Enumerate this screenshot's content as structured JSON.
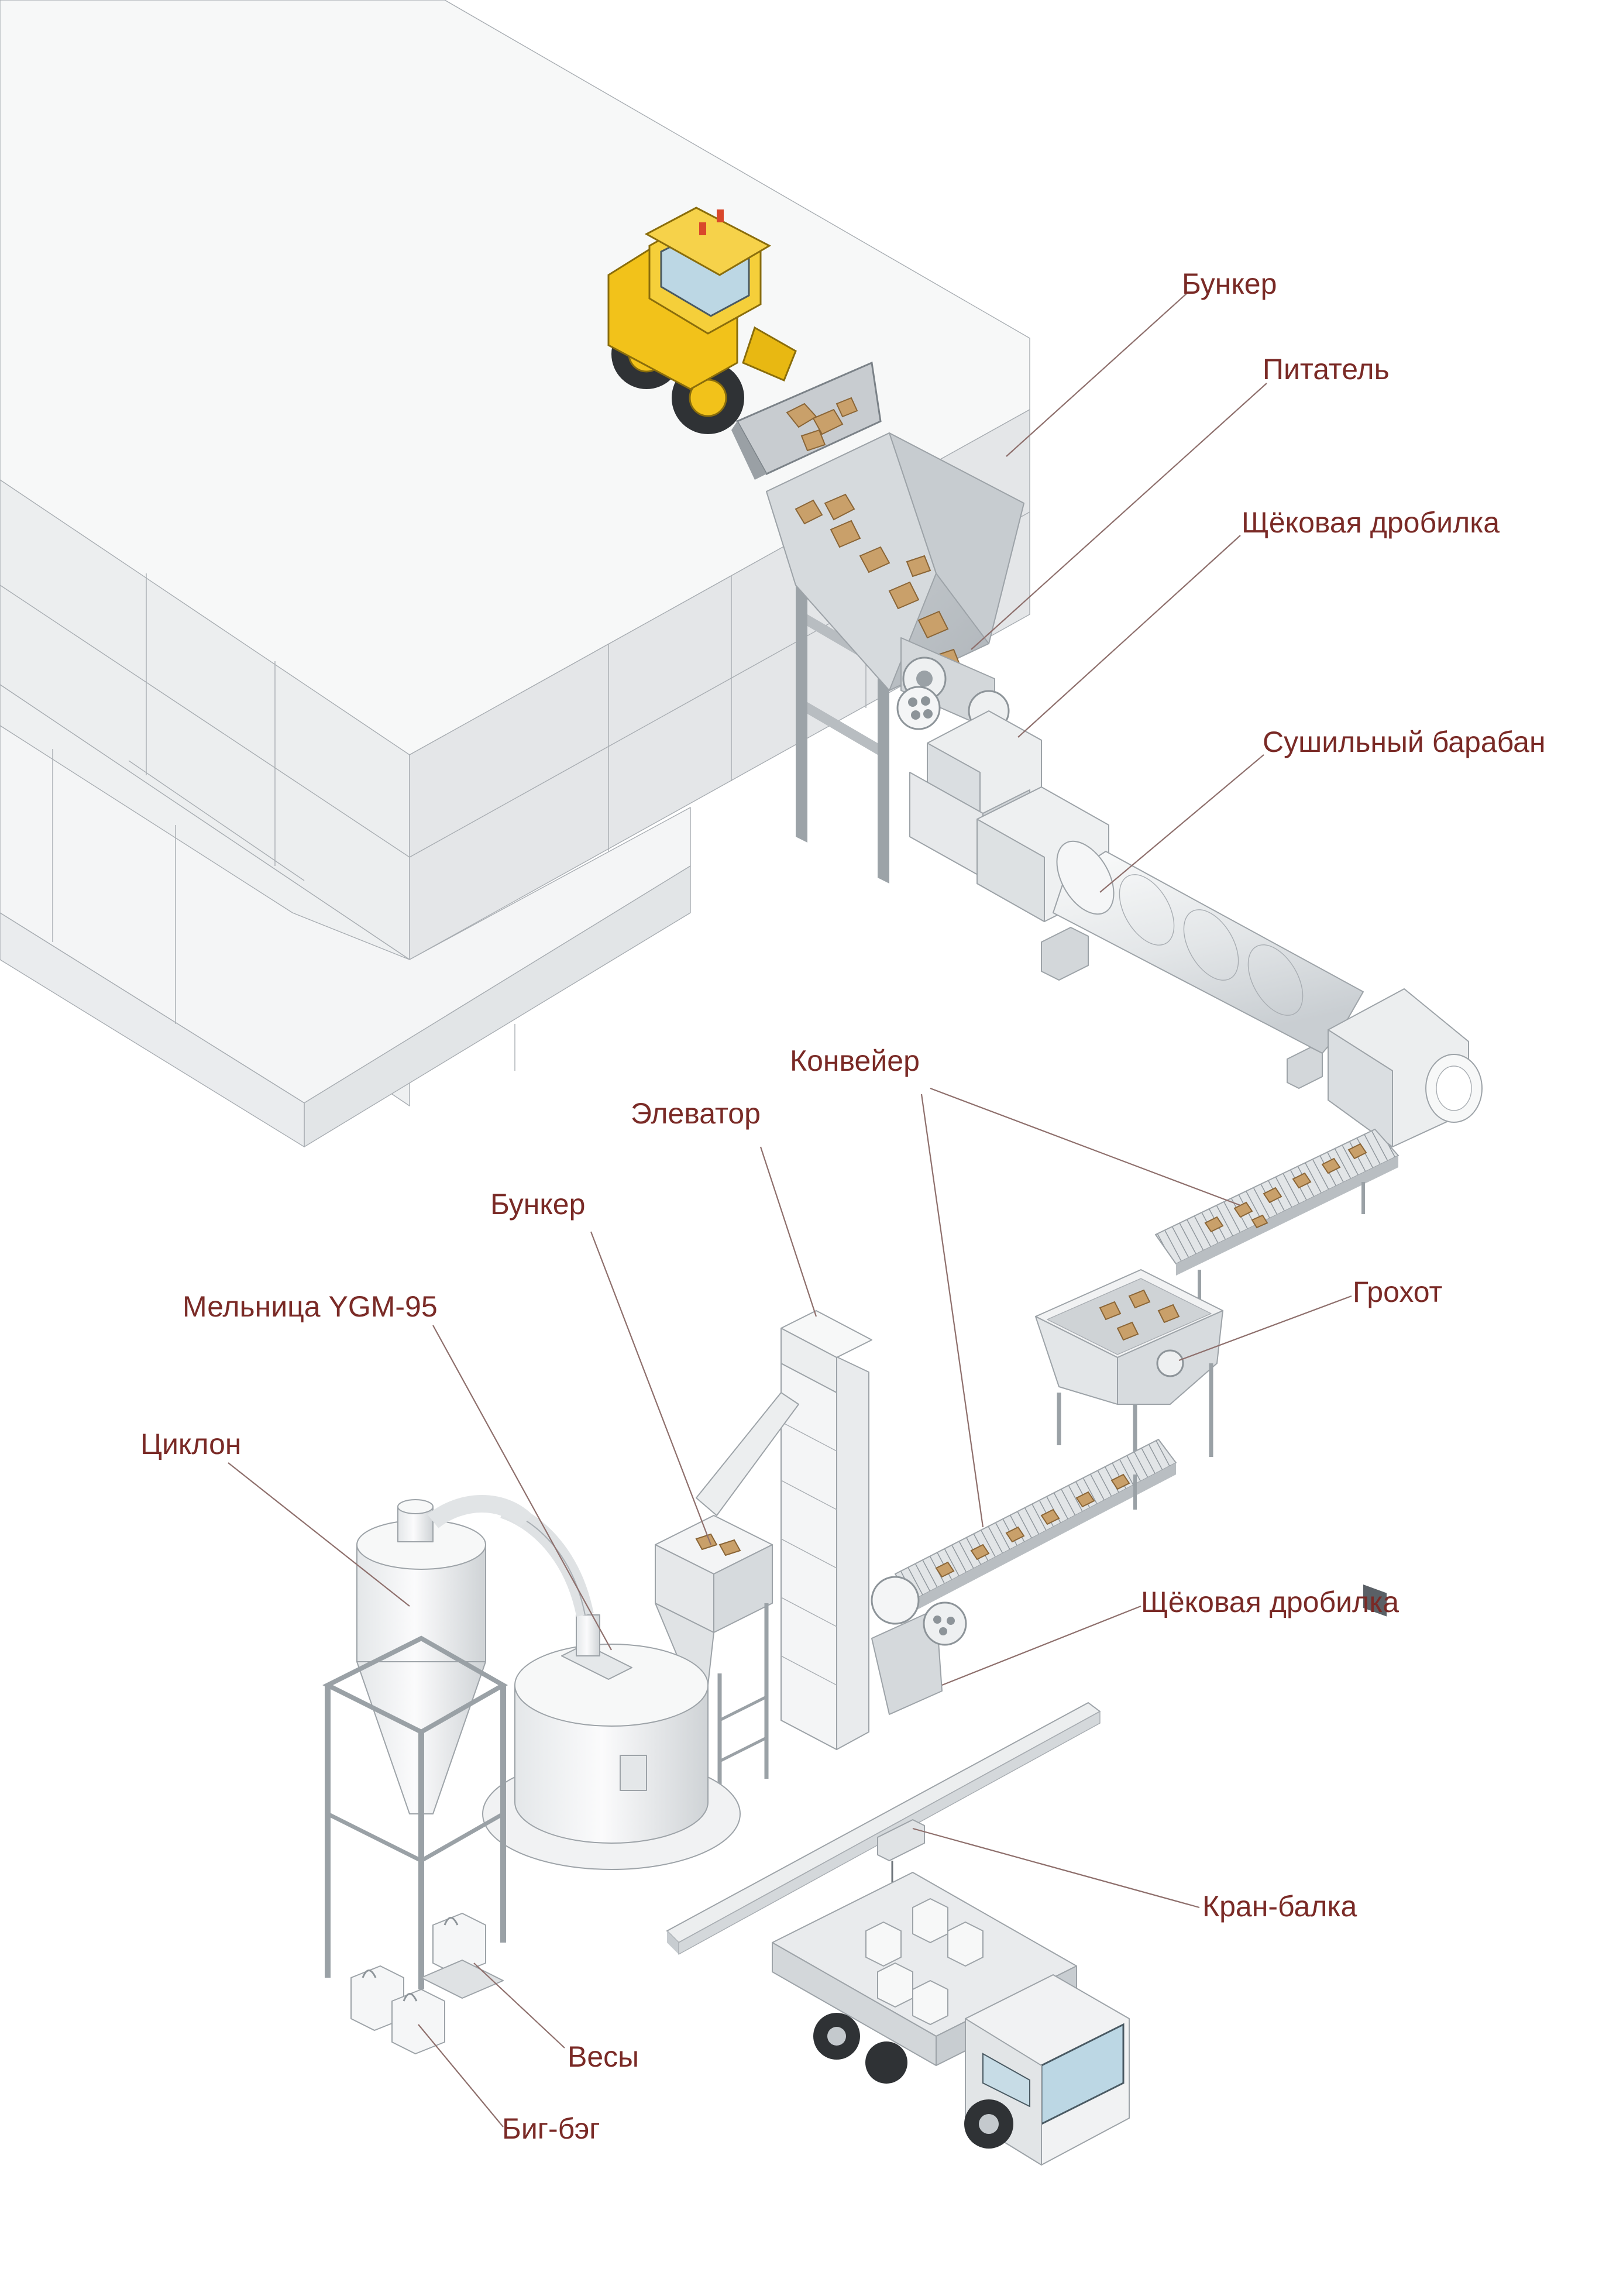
{
  "colors": {
    "background": "#ffffff",
    "label_text": "#7a2a26",
    "leader_line": "#8e6f6c",
    "equipment_light": "#f1f2f3",
    "equipment_mid": "#dfe2e4",
    "equipment_dark": "#c3c8cc",
    "rock": "#c9a06a",
    "loader": "#f2c21a"
  },
  "labels": {
    "bunker_top": "Бункер",
    "feeder": "Питатель",
    "jaw_crusher_top": "Щёковая дробилка",
    "drying_drum": "Сушильный барабан",
    "conveyor": "Конвейер",
    "elevator": "Элеватор",
    "bunker_mid": "Бункер",
    "mill": "Мельница YGM-95",
    "screen": "Грохот",
    "cyclone": "Циклон",
    "jaw_crusher_bottom": "Щёковая дробилка",
    "crane_beam": "Кран-балка",
    "scales": "Весы",
    "big_bag": "Биг-бэг"
  }
}
